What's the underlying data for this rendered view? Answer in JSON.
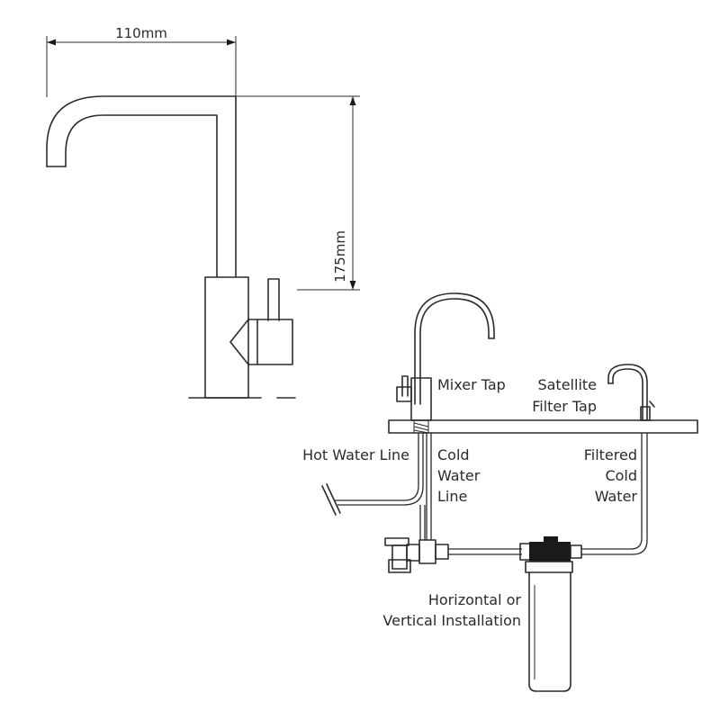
{
  "dimensions": {
    "width_label": "110mm",
    "height_label": "175mm"
  },
  "labels": {
    "mixer_tap": "Mixer Tap",
    "satellite_filter_tap": [
      "Satellite",
      "Filter Tap"
    ],
    "hot_water_line": "Hot Water Line",
    "cold_water_line": [
      "Cold",
      "Water",
      "Line"
    ],
    "filtered_cold_water": [
      "Filtered",
      "Cold",
      "Water"
    ],
    "installation": [
      "Horizontal or",
      "Vertical Installation"
    ]
  },
  "colors": {
    "line": "#2b2b2b",
    "background": "#ffffff"
  }
}
